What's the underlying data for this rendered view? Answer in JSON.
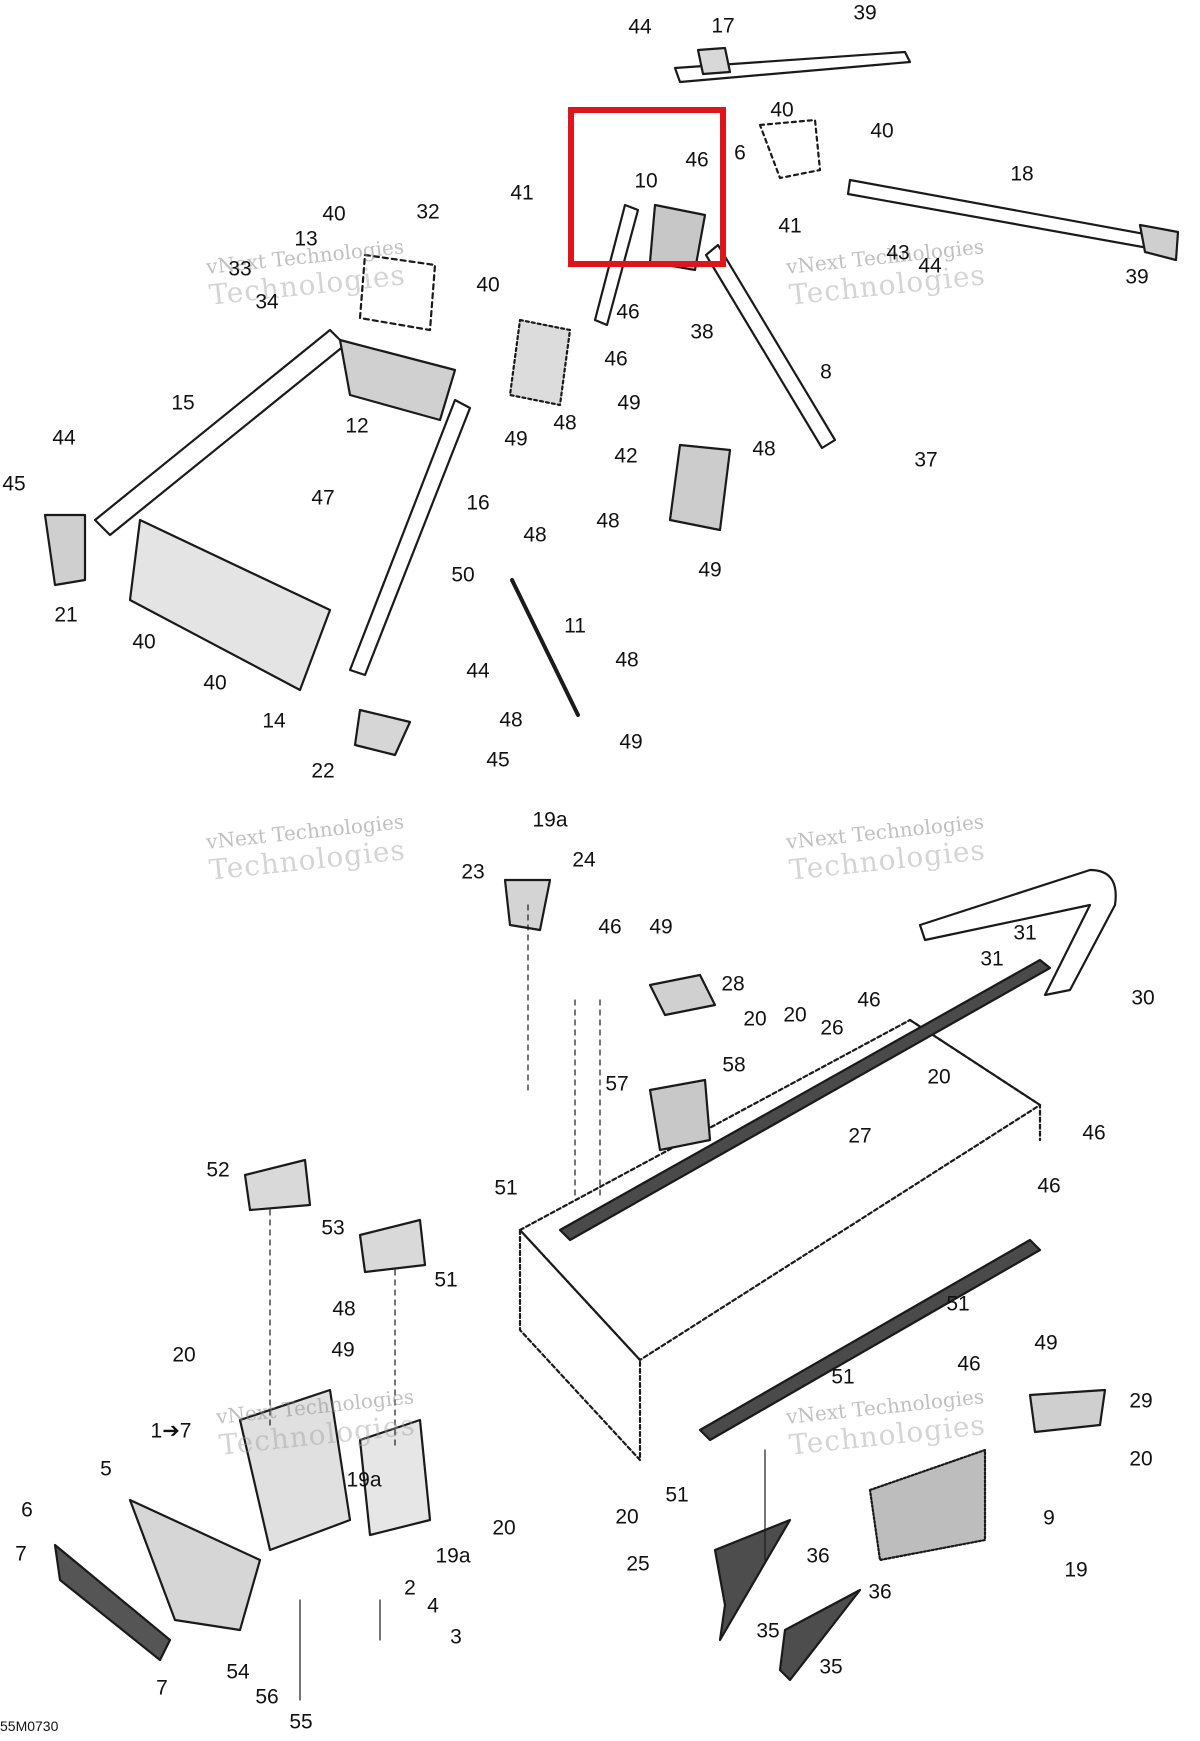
{
  "diagram": {
    "reference_code": "55M0730",
    "highlight_color": "#e0141b",
    "watermark": {
      "line1": "vNext Technologies",
      "line2": "Technologies"
    },
    "callouts": [
      {
        "id": "c44a",
        "text": "44"
      },
      {
        "id": "c17",
        "text": "17"
      },
      {
        "id": "c39a",
        "text": "39"
      },
      {
        "id": "c40a",
        "text": "40"
      },
      {
        "id": "c40b",
        "text": "40"
      },
      {
        "id": "c46a",
        "text": "46"
      },
      {
        "id": "c10",
        "text": "10"
      },
      {
        "id": "c6a",
        "text": "6"
      },
      {
        "id": "c41a",
        "text": "41"
      },
      {
        "id": "c18",
        "text": "18"
      },
      {
        "id": "c40c",
        "text": "40"
      },
      {
        "id": "c32",
        "text": "32"
      },
      {
        "id": "c13",
        "text": "13"
      },
      {
        "id": "c33",
        "text": "33"
      },
      {
        "id": "c34",
        "text": "34"
      },
      {
        "id": "c40d",
        "text": "40"
      },
      {
        "id": "c41b",
        "text": "41"
      },
      {
        "id": "c43",
        "text": "43"
      },
      {
        "id": "c44b",
        "text": "44"
      },
      {
        "id": "c39b",
        "text": "39"
      },
      {
        "id": "c46b",
        "text": "46"
      },
      {
        "id": "c38",
        "text": "38"
      },
      {
        "id": "c46c",
        "text": "46"
      },
      {
        "id": "c15",
        "text": "15"
      },
      {
        "id": "c12",
        "text": "12"
      },
      {
        "id": "c48a",
        "text": "48"
      },
      {
        "id": "c49a",
        "text": "49"
      },
      {
        "id": "c8",
        "text": "8"
      },
      {
        "id": "c49b",
        "text": "49"
      },
      {
        "id": "c44c",
        "text": "44"
      },
      {
        "id": "c45a",
        "text": "45"
      },
      {
        "id": "c16",
        "text": "16"
      },
      {
        "id": "c47",
        "text": "47"
      },
      {
        "id": "c42",
        "text": "42"
      },
      {
        "id": "c48b",
        "text": "48"
      },
      {
        "id": "c37",
        "text": "37"
      },
      {
        "id": "c48c",
        "text": "48"
      },
      {
        "id": "c49c",
        "text": "49"
      },
      {
        "id": "c48d",
        "text": "48"
      },
      {
        "id": "c50",
        "text": "50"
      },
      {
        "id": "c21",
        "text": "21"
      },
      {
        "id": "c11",
        "text": "11"
      },
      {
        "id": "c40e",
        "text": "40"
      },
      {
        "id": "c48e",
        "text": "48"
      },
      {
        "id": "c40f",
        "text": "40"
      },
      {
        "id": "c44d",
        "text": "44"
      },
      {
        "id": "c14",
        "text": "14"
      },
      {
        "id": "c48f",
        "text": "48"
      },
      {
        "id": "c49d",
        "text": "49"
      },
      {
        "id": "c22",
        "text": "22"
      },
      {
        "id": "c45b",
        "text": "45"
      },
      {
        "id": "c19a1",
        "text": "19a"
      },
      {
        "id": "c24",
        "text": "24"
      },
      {
        "id": "c23",
        "text": "23"
      },
      {
        "id": "c46d",
        "text": "46"
      },
      {
        "id": "c49e",
        "text": "49"
      },
      {
        "id": "c31a",
        "text": "31"
      },
      {
        "id": "c28",
        "text": "28"
      },
      {
        "id": "c31b",
        "text": "31"
      },
      {
        "id": "c20a",
        "text": "20"
      },
      {
        "id": "c30",
        "text": "30"
      },
      {
        "id": "c20b",
        "text": "20"
      },
      {
        "id": "c26",
        "text": "26"
      },
      {
        "id": "c46e",
        "text": "46"
      },
      {
        "id": "c57",
        "text": "57"
      },
      {
        "id": "c58",
        "text": "58"
      },
      {
        "id": "c20c",
        "text": "20"
      },
      {
        "id": "c27",
        "text": "27"
      },
      {
        "id": "c46f",
        "text": "46"
      },
      {
        "id": "c52",
        "text": "52"
      },
      {
        "id": "c51a",
        "text": "51"
      },
      {
        "id": "c46g",
        "text": "46"
      },
      {
        "id": "c53",
        "text": "53"
      },
      {
        "id": "c51b",
        "text": "51"
      },
      {
        "id": "c51c",
        "text": "51"
      },
      {
        "id": "c48g",
        "text": "48"
      },
      {
        "id": "c49f",
        "text": "49"
      },
      {
        "id": "c20d",
        "text": "20"
      },
      {
        "id": "c46h",
        "text": "46"
      },
      {
        "id": "c49g",
        "text": "49"
      },
      {
        "id": "c29",
        "text": "29"
      },
      {
        "id": "c51d",
        "text": "51"
      },
      {
        "id": "c17b",
        "text": "1➔7"
      },
      {
        "id": "c20e",
        "text": "20"
      },
      {
        "id": "c5",
        "text": "5"
      },
      {
        "id": "c19a2",
        "text": "19a"
      },
      {
        "id": "c51e",
        "text": "51"
      },
      {
        "id": "c20f",
        "text": "20"
      },
      {
        "id": "c6b",
        "text": "6"
      },
      {
        "id": "c20g",
        "text": "20"
      },
      {
        "id": "c9",
        "text": "9"
      },
      {
        "id": "c19a3",
        "text": "19a"
      },
      {
        "id": "c25",
        "text": "25"
      },
      {
        "id": "c19",
        "text": "19"
      },
      {
        "id": "c7a",
        "text": "7"
      },
      {
        "id": "c2",
        "text": "2"
      },
      {
        "id": "c36a",
        "text": "36"
      },
      {
        "id": "c4",
        "text": "4"
      },
      {
        "id": "c36b",
        "text": "36"
      },
      {
        "id": "c3",
        "text": "3"
      },
      {
        "id": "c35a",
        "text": "35"
      },
      {
        "id": "c54",
        "text": "54"
      },
      {
        "id": "c35b",
        "text": "35"
      },
      {
        "id": "c7b",
        "text": "7"
      },
      {
        "id": "c56",
        "text": "56"
      },
      {
        "id": "c55",
        "text": "55"
      }
    ]
  }
}
